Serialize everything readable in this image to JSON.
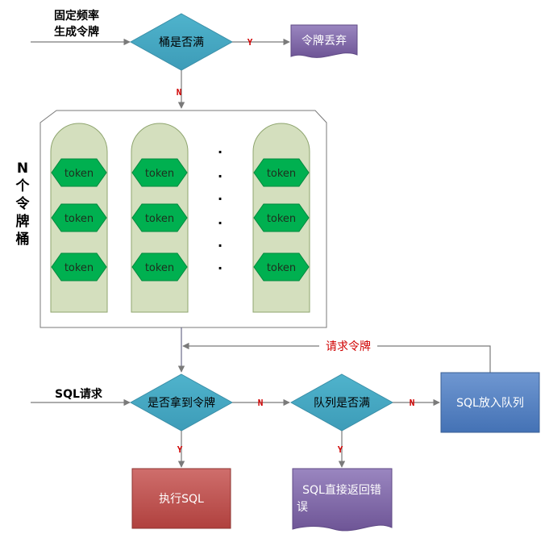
{
  "top": {
    "rate_line1": "固定频率",
    "rate_line2": "生成令牌",
    "bucket_full": "桶是否满",
    "yes": "Y",
    "no": "N",
    "discard": "令牌丢弃"
  },
  "buckets": {
    "side_label": [
      "N",
      "个",
      "令",
      "牌",
      "桶"
    ],
    "token_label": "token",
    "dots": "·"
  },
  "bottom": {
    "sql_request": "SQL请求",
    "got_token": "是否拿到令牌",
    "queue_full": "队列是否满",
    "enqueue": "SQL放入队列",
    "request_token": "请求令牌",
    "execute": "执行SQL",
    "return_error_line1": "SQL直接返回错",
    "return_error_line2": "误",
    "yes": "Y",
    "no": "N"
  },
  "colors": {
    "diamond": "#4bacc6",
    "token": "#00b050",
    "bucket": "#d4dfbe",
    "discard": "#8064a2",
    "enqueue": "#4f81bd",
    "execute": "#c0504d",
    "yn": "#d00000"
  }
}
